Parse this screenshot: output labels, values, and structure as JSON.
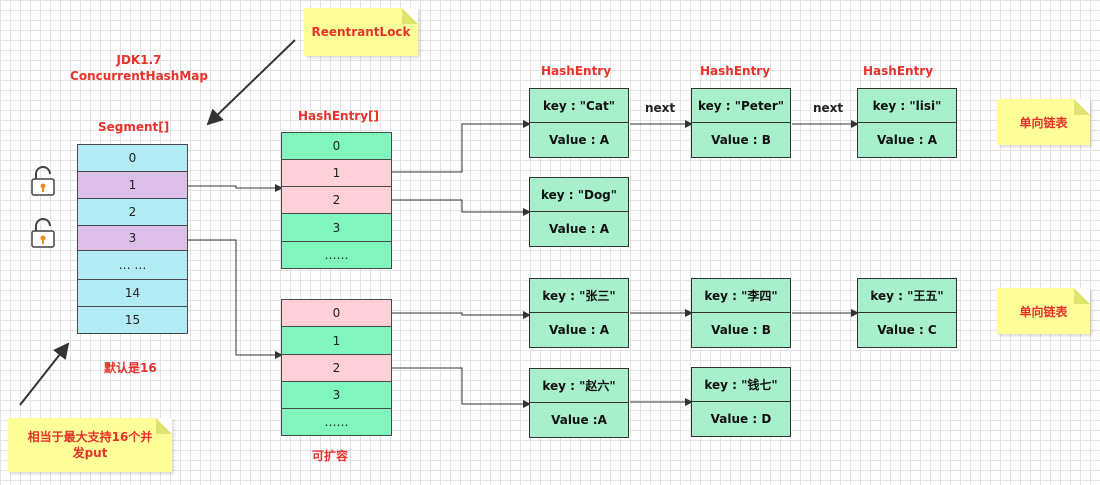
{
  "title": {
    "line1": "JDK1.7",
    "line2": "ConcurrentHashMap"
  },
  "notes": {
    "reentrant": "ReentrantLock",
    "concurrency": "相当于最大支持16个并发put",
    "list1": "单向链表",
    "list2": "单向链表"
  },
  "segment": {
    "label": "Segment[]",
    "rows": [
      "0",
      "1",
      "2",
      "3",
      "… …",
      "14",
      "15"
    ],
    "default_note": "默认是16"
  },
  "table_label": "HashEntry[]",
  "table1_rows": [
    "0",
    "1",
    "2",
    "3",
    "……"
  ],
  "table2_rows": [
    "0",
    "1",
    "2",
    "3",
    "……"
  ],
  "expandable_label": "可扩容",
  "hashentry_label": "HashEntry",
  "next_label": "next",
  "entries": [
    {
      "key": "key : \"Cat\"",
      "value": "Value : A"
    },
    {
      "key": "key : \"Peter\"",
      "value": "Value : B"
    },
    {
      "key": "key : \"lisi\"",
      "value": "Value : A"
    },
    {
      "key": "key : \"Dog\"",
      "value": "Value : A"
    },
    {
      "key": "key : \"张三\"",
      "value": "Value : A"
    },
    {
      "key": "key : \"李四\"",
      "value": "Value : B"
    },
    {
      "key": "key : \"王五\"",
      "value": "Value : C"
    },
    {
      "key": "key : \"赵六\"",
      "value": "Value :A"
    },
    {
      "key": "key : \"钱七\"",
      "value": "Value : D"
    }
  ],
  "colors": {
    "accent": "#e8322b",
    "segment": "#b3ebf5",
    "segment_locked": "#dcbfe6",
    "green": "#80f5bd",
    "pink": "#ffd0d8",
    "entry": "#a8f0cc",
    "note": "#ffff99"
  }
}
